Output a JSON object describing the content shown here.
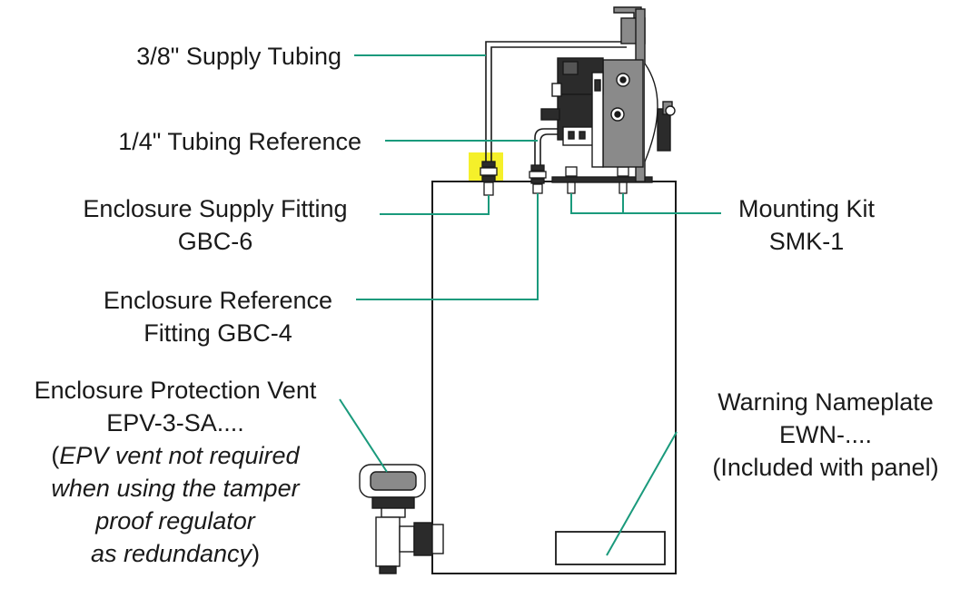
{
  "labels": {
    "supply_tubing": "3/8\" Supply Tubing",
    "tubing_reference": "1/4\" Tubing Reference",
    "supply_fitting": {
      "line1": "Enclosure Supply Fitting",
      "line2": "GBC-6"
    },
    "reference_fitting": {
      "line1": "Enclosure Reference",
      "line2": "Fitting GBC-4"
    },
    "mounting_kit": {
      "line1": "Mounting Kit",
      "line2": "SMK-1"
    },
    "protection_vent": {
      "line1": "Enclosure Protection Vent",
      "line2": "EPV-3-SA....",
      "note_open": "(",
      "note_line1": "EPV vent not required",
      "note_line2": "when using the tamper",
      "note_line3": "proof regulator",
      "note_line4": "as redundancy",
      "note_close": ")"
    },
    "nameplate": {
      "line1": "Warning Nameplate",
      "line2": "EWN-....",
      "line3": "(Included with panel)"
    }
  },
  "colors": {
    "leader_line": "#1a9a7c",
    "highlight": "#f5f02a",
    "outline": "#1a1a1a",
    "regulator_fill": "#8a8a8a",
    "dark_part": "#2b2b2b"
  }
}
